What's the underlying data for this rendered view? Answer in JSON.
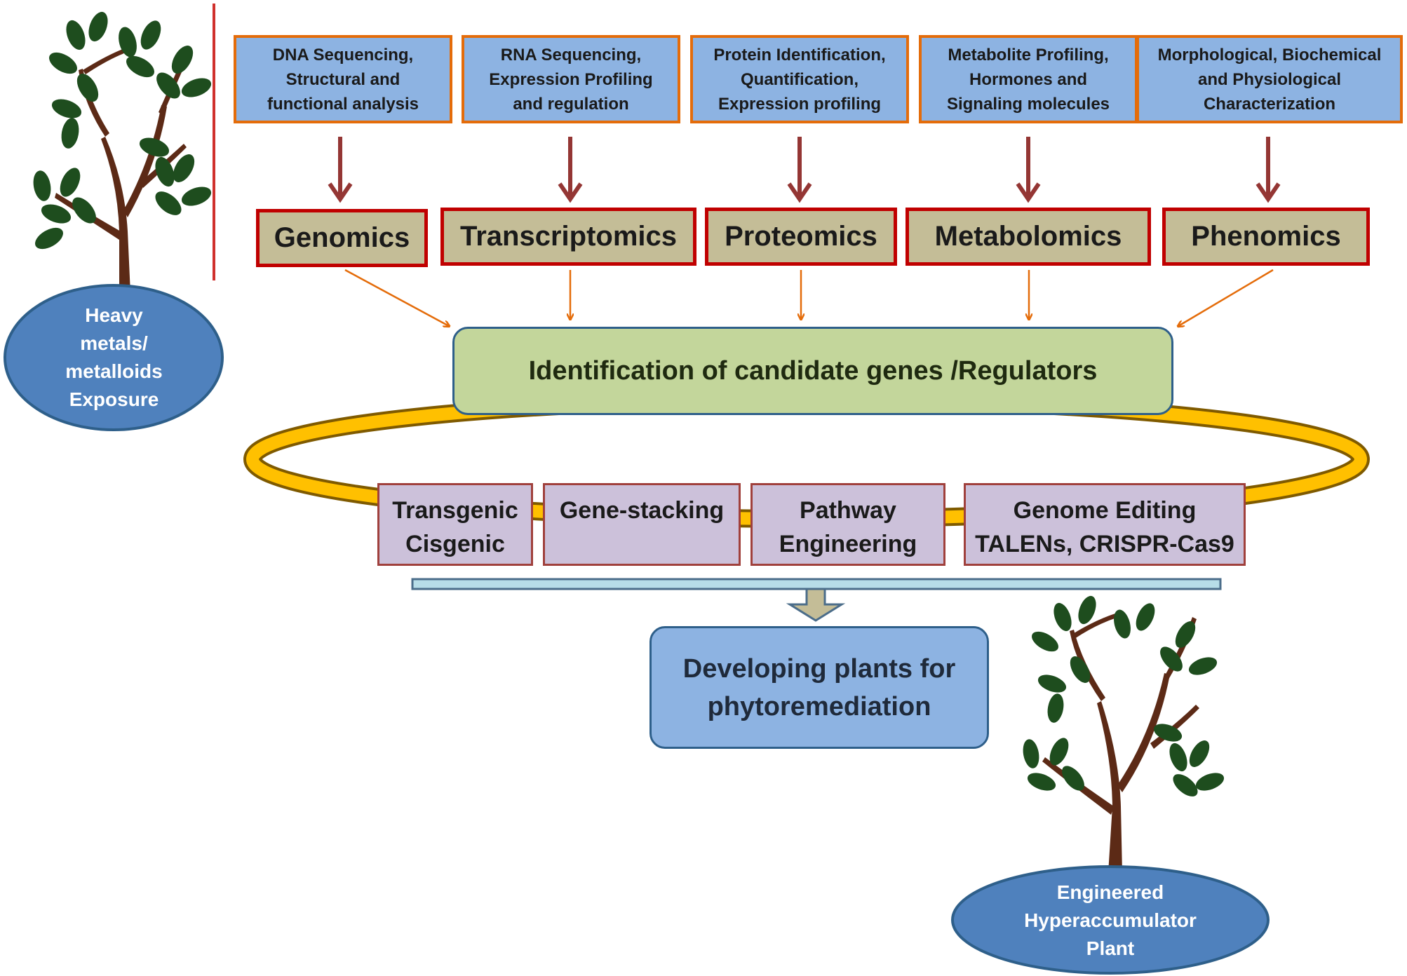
{
  "data_sources": [
    {
      "lines": [
        "DNA Sequencing,",
        "Structural and",
        "functional analysis"
      ]
    },
    {
      "lines": [
        "RNA Sequencing,",
        "Expression Profiling",
        "and regulation"
      ]
    },
    {
      "lines": [
        "Protein Identification,",
        "Quantification,",
        "Expression profiling"
      ]
    },
    {
      "lines": [
        "Metabolite Profiling,",
        "Hormones and",
        "Signaling molecules"
      ]
    },
    {
      "lines": [
        "Morphological, Biochemical",
        "and Physiological",
        "Characterization"
      ]
    }
  ],
  "omics": [
    "Genomics",
    "Transcriptomics",
    "Proteomics",
    "Metabolomics",
    "Phenomics"
  ],
  "identification": "Identification of candidate genes /Regulators",
  "methods": [
    {
      "lines": [
        "Transgenic",
        "Cisgenic"
      ]
    },
    {
      "lines": [
        "Gene-stacking"
      ]
    },
    {
      "lines": [
        "Pathway",
        "Engineering"
      ]
    },
    {
      "lines": [
        "Genome Editing",
        "TALENs, CRISPR-Cas9"
      ]
    }
  ],
  "result": {
    "lines": [
      "Developing plants for",
      "phytoremediation"
    ]
  },
  "exposure_label": {
    "lines": [
      "Heavy",
      "metals/",
      "metalloids",
      "Exposure"
    ]
  },
  "plant_label": {
    "lines": [
      "Engineered",
      "Hyperaccumulator",
      "Plant"
    ]
  },
  "colors": {
    "info_fill": "#8db3e2",
    "info_border": "#e46c0a",
    "omics_fill": "#c4bd97",
    "omics_border": "#c00000",
    "id_fill": "#c3d69b",
    "method_fill": "#ccc1da",
    "ellipse_fill": "#4f81bd",
    "ring": "#ffc000",
    "arrow_dark": "#943634",
    "arrow_orange": "#e46c0a",
    "leaf": "#1e4d1e",
    "trunk": "#5c2a16"
  }
}
